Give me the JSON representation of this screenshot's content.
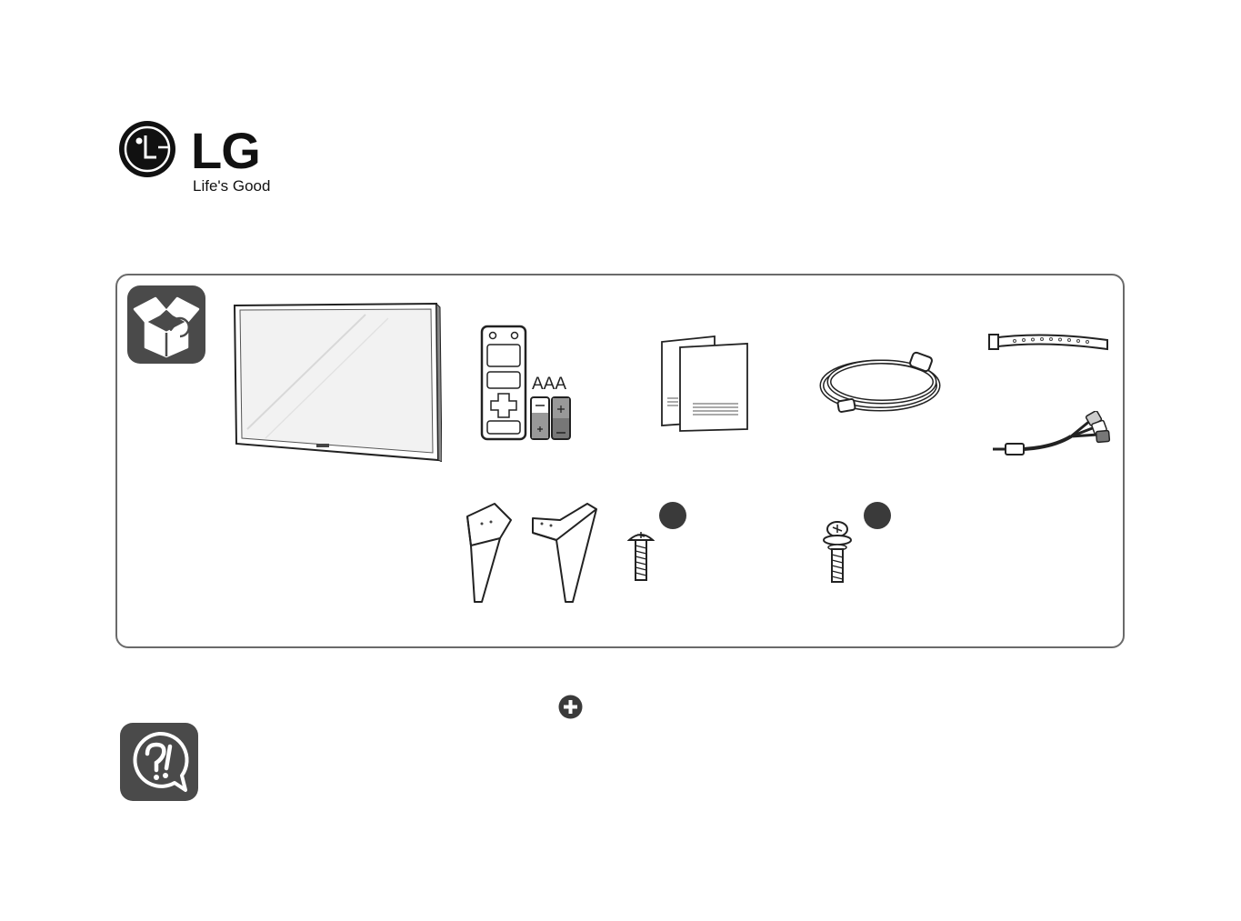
{
  "brand": {
    "name": "LG",
    "tagline": "Life's Good",
    "color": "#111111"
  },
  "contents": {
    "icon": "box-open-icon",
    "remote_battery_label": "AAA",
    "items": [
      {
        "icon": "tv-icon"
      },
      {
        "icon": "remote-control-icon"
      },
      {
        "icon": "batteries-icon"
      },
      {
        "icon": "manual-icon"
      },
      {
        "icon": "power-cord-icon"
      },
      {
        "icon": "cable-tie-icon"
      },
      {
        "icon": "av-cable-icon"
      },
      {
        "icon": "stand-legs-icon"
      },
      {
        "icon": "screw-icon"
      },
      {
        "icon": "screw-washer-icon"
      }
    ]
  },
  "help": {
    "icon": "help-speech-icon",
    "plus_icon": "plus-circle-icon"
  },
  "colors": {
    "badge": "#4a4a4a",
    "border": "#6a6a6a",
    "logo_red": "#111111"
  }
}
